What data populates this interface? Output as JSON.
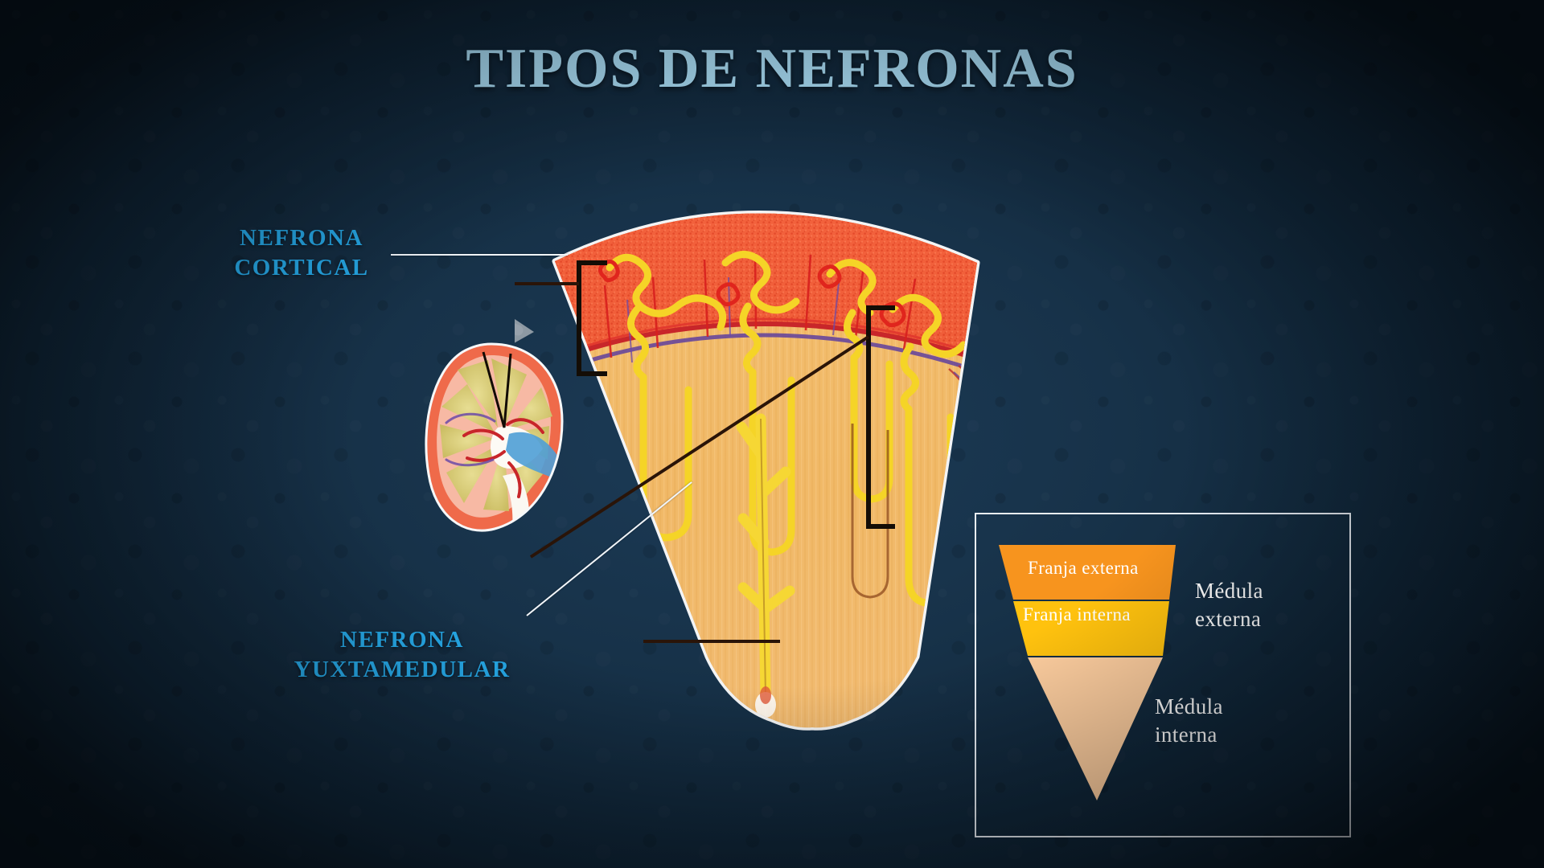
{
  "slide": {
    "title": "TIPOS DE NEFRONAS",
    "background_color": "#16324a",
    "title_color": "#ade2fb",
    "callout_color": "#26a9e8"
  },
  "callouts": [
    {
      "id": "nefrona-cortical",
      "text": "NEFRONA\nCORTICAL"
    },
    {
      "id": "nefrona-yuxtamedular",
      "text": "NEFRONA\nYUXTAMEDULAR"
    }
  ],
  "legend": {
    "border_color": "#e8eef5",
    "bands": [
      {
        "label": "Franja externa",
        "color": "#f7941e"
      },
      {
        "label": "Franja interna",
        "color": "#ffc20e"
      },
      {
        "label": "",
        "color": "#ffcfa0"
      }
    ],
    "side_labels": [
      {
        "text": "Médula\nexterna"
      },
      {
        "text": "Médula\ninterna"
      }
    ]
  },
  "illustration": {
    "cortex_color": "#f05a33",
    "medulla_color": "#f0b763",
    "tubule_color": "#f6d734",
    "artery_color": "#e02020",
    "vein_color": "#5b3f9e",
    "bracket_color": "#1a1208",
    "arrow_color": "#9aa4ad",
    "kidney_capsule_color": "#e8603f",
    "kidney_medulla_color": "#d9cf7b"
  }
}
